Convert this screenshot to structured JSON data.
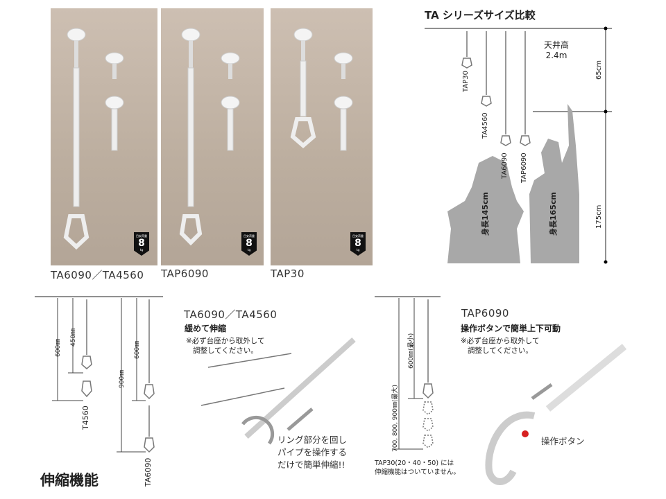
{
  "products": [
    {
      "label": "TA6090／TA4560",
      "badge": {
        "title": "目安荷重",
        "value": "8",
        "unit": "kg"
      }
    },
    {
      "label": "TAP6090",
      "badge": {
        "title": "目安荷重",
        "value": "8",
        "unit": "kg"
      }
    },
    {
      "label": "TAP30",
      "badge": {
        "title": "目安荷重",
        "value": "8",
        "unit": "kg"
      }
    }
  ],
  "comparison": {
    "title": "TA シリーズサイズ比較",
    "ceiling_label": "天井高",
    "ceiling_value": "2.4m",
    "dim_upper": "65cm",
    "dim_lower": "175cm",
    "models": [
      "TAP30",
      "TA4560",
      "TA6090",
      "TAP6090"
    ],
    "person1": "身長145cm",
    "person2": "身長165cm"
  },
  "telescopic": {
    "section_title": "伸縮機能",
    "dims": [
      "600㎜",
      "450㎜",
      "900㎜",
      "600㎜"
    ],
    "model_labels": [
      "T4560",
      "TA6090"
    ],
    "heading": "TA6090／TA4560",
    "subheading": "緩めて伸縮",
    "note_line1": "※必ず台座から取外して",
    "note_line2": "調整してください。",
    "callout": [
      "リング部分を回し",
      "パイプを操作する",
      "だけで簡単伸縮!!"
    ]
  },
  "tap6090": {
    "dims": [
      "700, 800, 900㎜(最大)",
      "600㎜(最小)"
    ],
    "heading": "TAP6090",
    "subheading": "操作ボタンで簡単上下可動",
    "note_line1": "※必ず台座から取外して",
    "note_line2": "調整してください。",
    "button_label": "操作ボタン",
    "footnote_line1": "TAP30(20・40・50) には",
    "footnote_line2": "伸縮機能はついていません。"
  }
}
